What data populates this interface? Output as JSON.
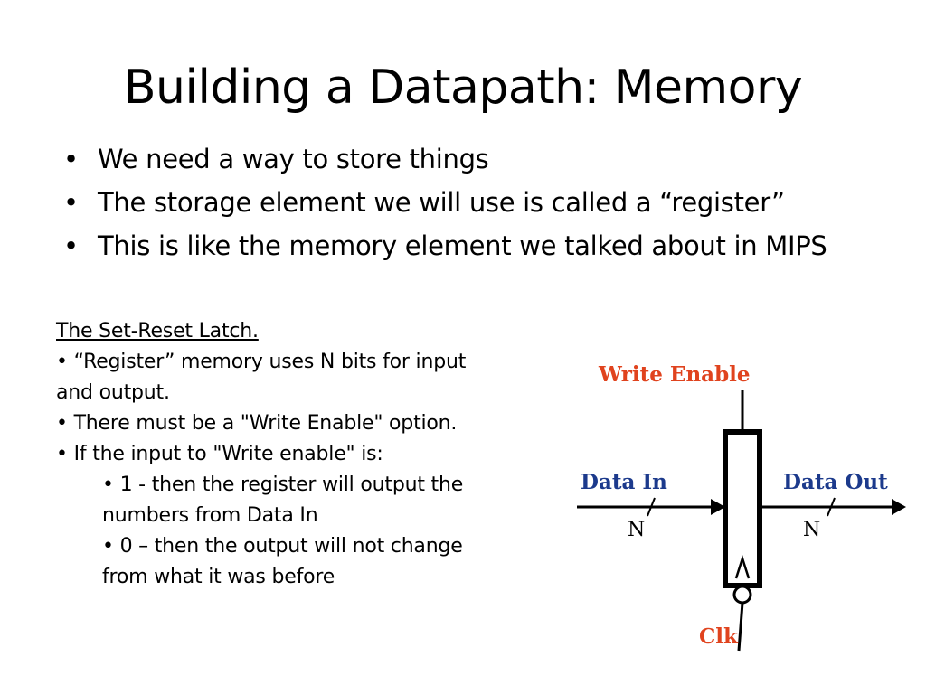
{
  "title": "Building a Datapath: Memory",
  "bullets": [
    "We need a way to store things",
    "The storage element we will use is called a “register”",
    "This is like the memory element we talked about in MIPS"
  ],
  "bullet_glyph": "•",
  "latch": {
    "heading": "The Set-Reset Latch.",
    "line1": "• “Register” memory uses N bits for input",
    "line2": "and output.",
    "line3": "• There must be a \"Write Enable\" option.",
    "line4": "• If the input to \"Write enable\" is:",
    "sub1_line1": "• 1 - then the register will output the",
    "sub1_line2": "numbers from Data In",
    "sub2_line1": "• 0 – then the output will not change",
    "sub2_line2": "from what it was before"
  },
  "diagram": {
    "write_enable": "Write Enable",
    "data_in": "Data In",
    "data_out": "Data Out",
    "width_in": "N",
    "width_out": "N",
    "clock": "Clk",
    "colors": {
      "write_enable": "#e0431e",
      "data_labels": "#1c3a8c",
      "clock": "#e0431e",
      "lines": "#000000"
    }
  }
}
